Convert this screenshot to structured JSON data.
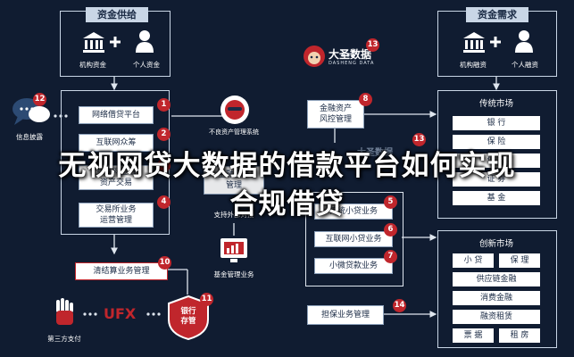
{
  "funding_supply": {
    "title": "资金供给",
    "left_label": "机构资金",
    "right_label": "个人资金"
  },
  "funding_demand": {
    "title": "资金需求",
    "left_label": "机构融资",
    "right_label": "个人融资"
  },
  "info_search": {
    "badge": "12",
    "label": "信息披露"
  },
  "center_channels": [
    {
      "badge": "1",
      "label": "网络借贷平台"
    },
    {
      "badge": "2",
      "label": "互联网众筹"
    },
    {
      "badge": "3",
      "label": "互联网金融\n资产交易"
    },
    {
      "badge": "4",
      "label": "交易所业务\n运营管理"
    }
  ],
  "bad_assets": {
    "label": "不良资产管理系统"
  },
  "support_label": "支持外部对接",
  "fund_mgmt": {
    "label": "基金管理业务"
  },
  "dasheng": {
    "badge": "13",
    "name": "大圣数据",
    "sub": "DASHENG DATA"
  },
  "dasheng_faded": {
    "badge": "13",
    "name": "大圣数据"
  },
  "risk_box": {
    "badge": "8",
    "label": "金融资产\n风控管理"
  },
  "mid_faded_box": {
    "label": "金融资产\n管理"
  },
  "lending": [
    {
      "badge": "5",
      "label": "传统小贷业务"
    },
    {
      "badge": "6",
      "label": "互联网小贷业务"
    },
    {
      "badge": "7",
      "label": "小微贷款业务"
    }
  ],
  "settlement": {
    "badge": "10",
    "label": "清结算业务管理"
  },
  "third_party": {
    "label": "第三方支付",
    "logo": "UFX"
  },
  "bank_custody": {
    "badge": "11",
    "label": "银行\n存管"
  },
  "guarantee": {
    "badge": "14",
    "label": "担保业务管理"
  },
  "traditional_market": {
    "title": "传统市场",
    "items": [
      "银 行",
      "保 险",
      "信 托",
      "证 券",
      "基 金"
    ]
  },
  "innovation_market": {
    "title": "创新市场",
    "row1": [
      "小 贷",
      "保 理"
    ],
    "items": [
      "供应链金融",
      "消费金融",
      "融资租赁"
    ],
    "row_last": [
      "票 据",
      "租 房"
    ]
  },
  "overlay_title": {
    "line1": "无视网贷大数据的借款平台如何实现",
    "line2": "合规借贷"
  },
  "colors": {
    "accent_red": "#c0262c",
    "panel": "#c9d6e6",
    "bg": "#101c31"
  }
}
